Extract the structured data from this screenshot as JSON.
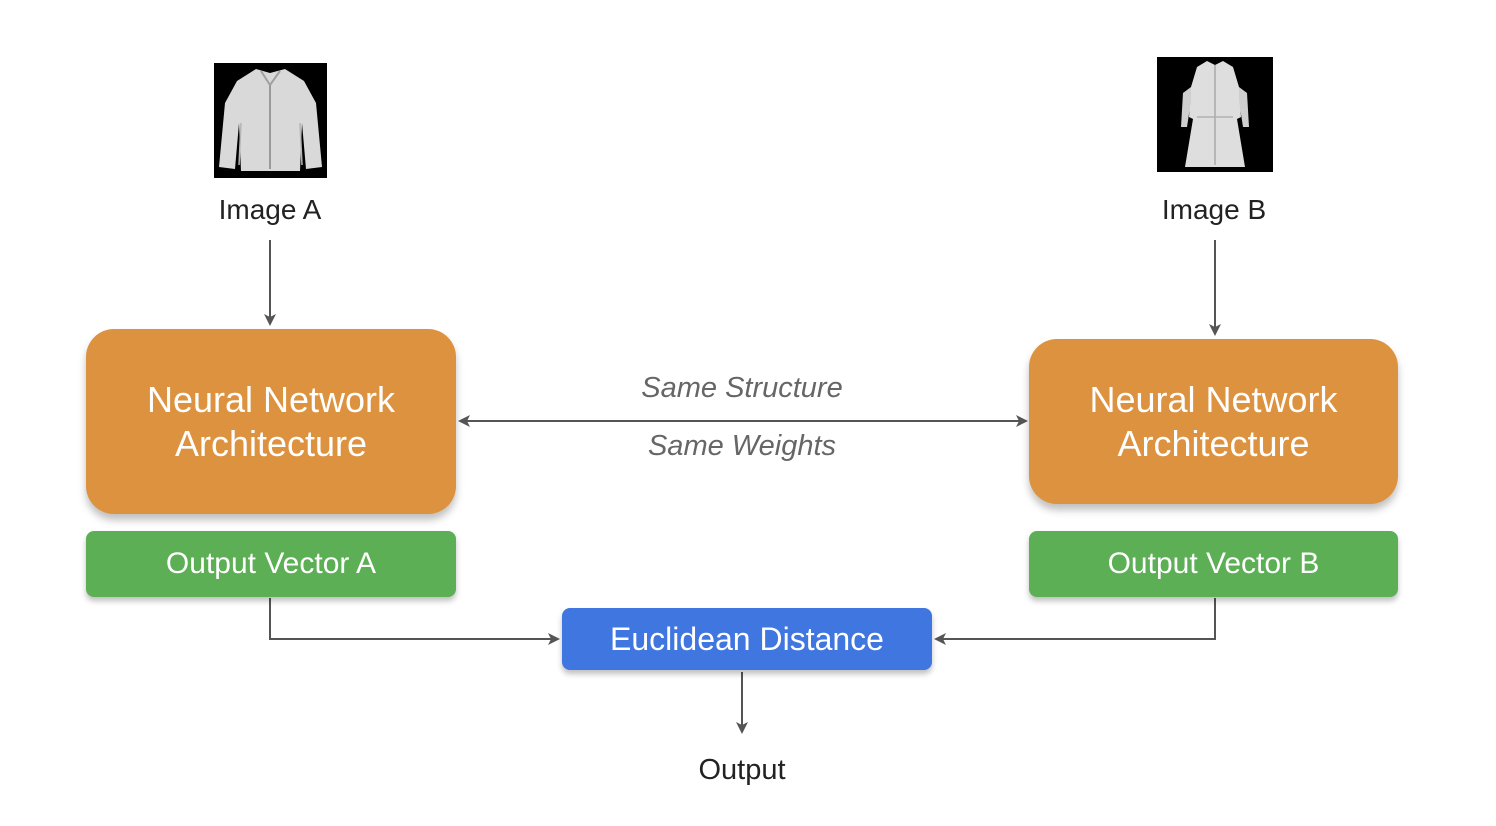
{
  "image_a": {
    "label": "Image A"
  },
  "image_b": {
    "label": "Image B"
  },
  "network_a": {
    "line1": "Neural Network",
    "line2": "Architecture"
  },
  "network_b": {
    "line1": "Neural Network",
    "line2": "Architecture"
  },
  "link": {
    "top": "Same Structure",
    "bottom": "Same Weights"
  },
  "vector_a": {
    "label": "Output Vector A"
  },
  "vector_b": {
    "label": "Output Vector B"
  },
  "distance": {
    "label": "Euclidean Distance"
  },
  "output": {
    "label": "Output"
  },
  "colors": {
    "network": "#dc923e",
    "vector": "#5caf55",
    "distance": "#3f76e0",
    "connector": "#555555"
  },
  "icons": {
    "image_a": "jacket-thumbnail",
    "image_b": "dress-thumbnail"
  }
}
